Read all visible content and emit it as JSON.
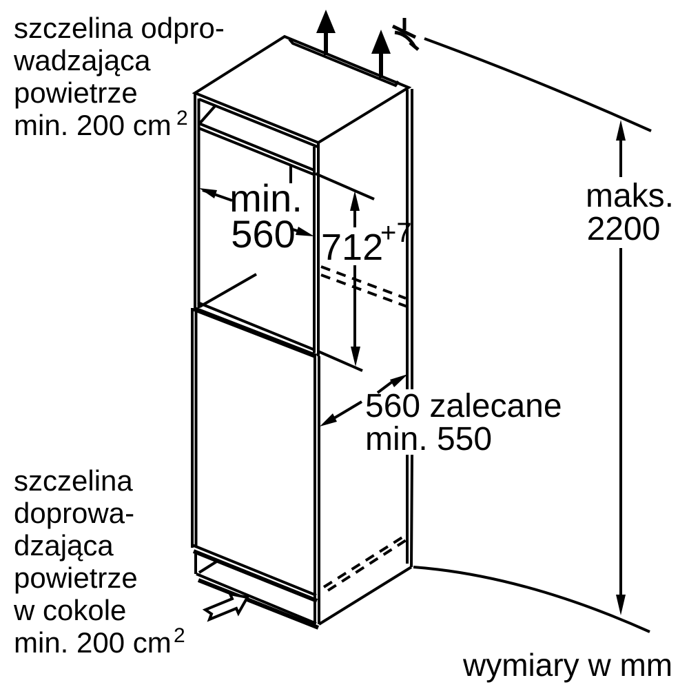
{
  "diagram": {
    "colors": {
      "line": "#000000",
      "background": "#ffffff",
      "text": "#000000"
    },
    "top_note": {
      "lines": [
        "szczelina odpro-",
        "wadzająca",
        "powietrze"
      ],
      "area_value": "min. 200 cm",
      "area_sup": "2"
    },
    "bottom_note": {
      "lines": [
        "szczelina",
        "doprowa-",
        "dzająca",
        "powietrze",
        "w cokole"
      ],
      "area_value": "min. 200 cm",
      "area_sup": "2"
    },
    "dim_niche_width": {
      "line1": "min.",
      "line2": "560"
    },
    "dim_niche_height": {
      "value": "712",
      "tolerance": "+7"
    },
    "dim_depth": {
      "line1": "560 zalecane",
      "line2": "min. 550"
    },
    "dim_total_height": {
      "line1": "maks.",
      "line2": "2200"
    },
    "units_note": "wymiary w mm",
    "icons": [
      "airflow-up-arrow",
      "airflow-up-arrow",
      "air-deflection",
      "air-inlet-arrow"
    ]
  }
}
